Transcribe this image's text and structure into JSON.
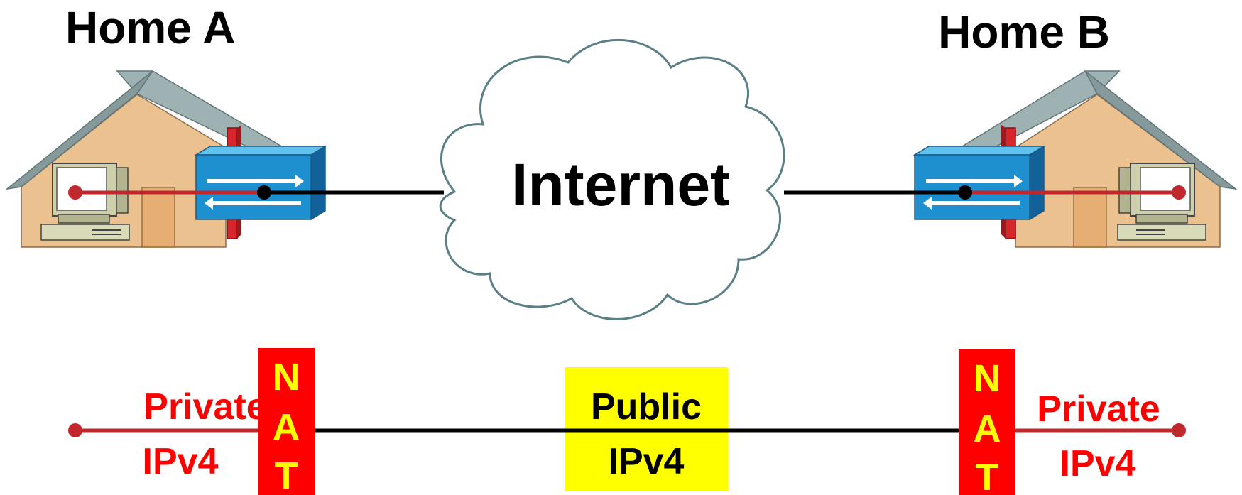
{
  "home_a": {
    "title": "Home A"
  },
  "home_b": {
    "title": "Home B"
  },
  "internet": {
    "label": "Internet"
  },
  "nat_left": {
    "letters": [
      "N",
      "A",
      "T"
    ]
  },
  "nat_right": {
    "letters": [
      "N",
      "A",
      "T"
    ]
  },
  "private_left": {
    "line1": "Private",
    "line2": "IPv4"
  },
  "private_right": {
    "line1": "Private",
    "line2": "IPv4"
  },
  "public": {
    "line1": "Public",
    "line2": "IPv4"
  },
  "colors": {
    "private_link": "#c0282d",
    "public_link": "#000000",
    "nat_box": "#ff0000",
    "nat_text": "#ffff00",
    "public_box": "#ffff00",
    "router_body": "#1e90d0",
    "firewall": "#d7262b",
    "house_wall": "#ecc190",
    "house_roof": "#9eb2b4",
    "cloud_stroke": "#5a7f84"
  }
}
